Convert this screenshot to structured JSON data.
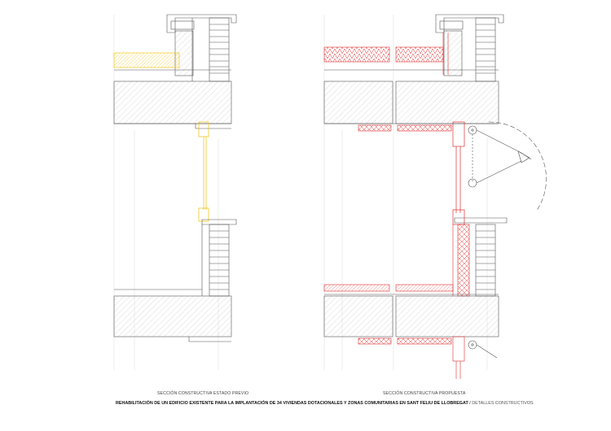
{
  "captions": {
    "left": "SECCIÓN CONSTRUCTIVA ESTADO PREVIO",
    "right": "SECCIÓN CONSTRUCTIVA PROPUESTA"
  },
  "title": {
    "main": "REHABILITACIÓN DE UN EDIFICIO EXISTENTE PARA LA IMPLANTACIÓN DE 34 VIVIENDAS DOTACIONALES Y ZONAS COMUNITARIAS EN SANT FELIU DE LLOBREGAT",
    "separator": " / ",
    "sub": "DETALLES CONSTRUCTIVOS"
  },
  "colors": {
    "line": "#555555",
    "hatch": "#bbbbbb",
    "existing_highlight": "#f0c000",
    "proposal_highlight": "#e03030"
  }
}
